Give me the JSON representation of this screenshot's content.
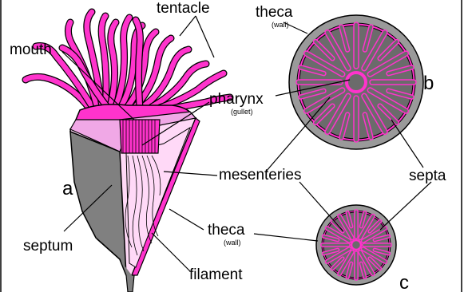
{
  "colors": {
    "magenta": "#ff33cc",
    "light_pink": "#ffd9f7",
    "mid_pink": "#f0a8e6",
    "gray": "#808080",
    "dark_gray": "#6b6b6b",
    "theca_gray": "#9a9a9a",
    "outline": "#000000"
  },
  "labels": {
    "tentacle": "tentacle",
    "mouth": "mouth",
    "pharynx": "pharynx",
    "gullet": "(gullet)",
    "mesenteries": "mesenteries",
    "septum": "septum",
    "filament": "filament",
    "theca_top": "theca",
    "wall_top": "(wall)",
    "theca_bottom": "theca",
    "wall_bottom": "(wall)",
    "septa": "septa",
    "letter_a": "a",
    "letter_b": "b",
    "letter_c": "c"
  }
}
